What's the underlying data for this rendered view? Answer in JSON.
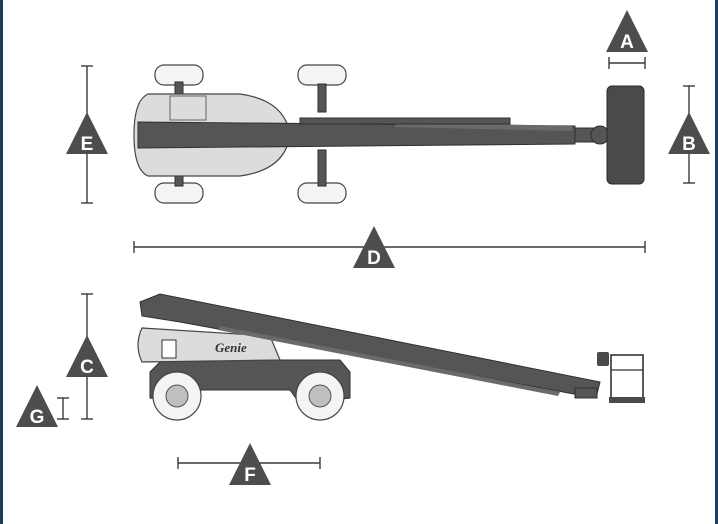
{
  "labels": {
    "a": "A",
    "b": "B",
    "c": "C",
    "d": "D",
    "e": "E",
    "f": "F",
    "g": "G"
  },
  "decal": "Genie",
  "colors": {
    "frame": "#1d3a5f",
    "machine": "#555555",
    "marker": "#4d4d4d"
  }
}
